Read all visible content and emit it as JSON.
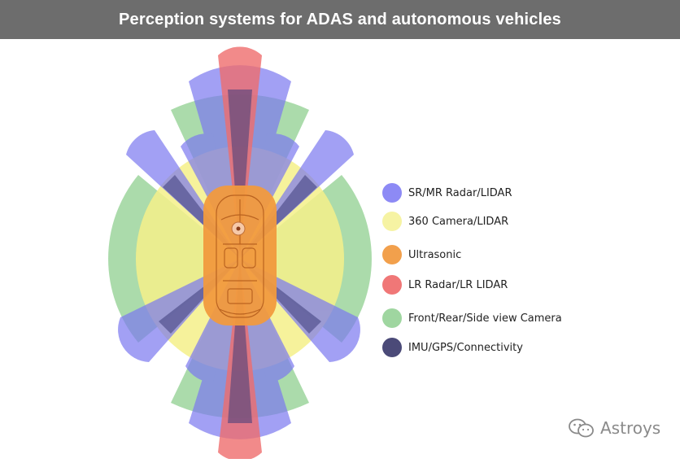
{
  "title": "Perception systems for ADAS and autonomous vehicles",
  "colors": {
    "title_bar": "#6d6d6d",
    "sr_mr_radar": "#7b78f0",
    "camera_360": "#f4f08a",
    "ultrasonic": "#f19a3e",
    "lr_radar": "#ef6d6d",
    "side_camera": "#8fcf8f",
    "imu": "#3d3d7a"
  },
  "legend": [
    {
      "label": "SR/MR Radar/LIDAR",
      "color": "#8d8af5"
    },
    {
      "label": "360 Camera/LIDAR",
      "color": "#f6f3a3"
    },
    {
      "label": "Ultrasonic",
      "color": "#f2a04c"
    },
    {
      "label": "LR Radar/LR LIDAR",
      "color": "#f07777"
    },
    {
      "label": "Front/Rear/Side view Camera",
      "color": "#9fd6a0"
    },
    {
      "label": "IMU/GPS/Connectivity",
      "color": "#4b4a78"
    }
  ],
  "watermark": {
    "text": "Astroys",
    "icon": "wechat-icon"
  }
}
